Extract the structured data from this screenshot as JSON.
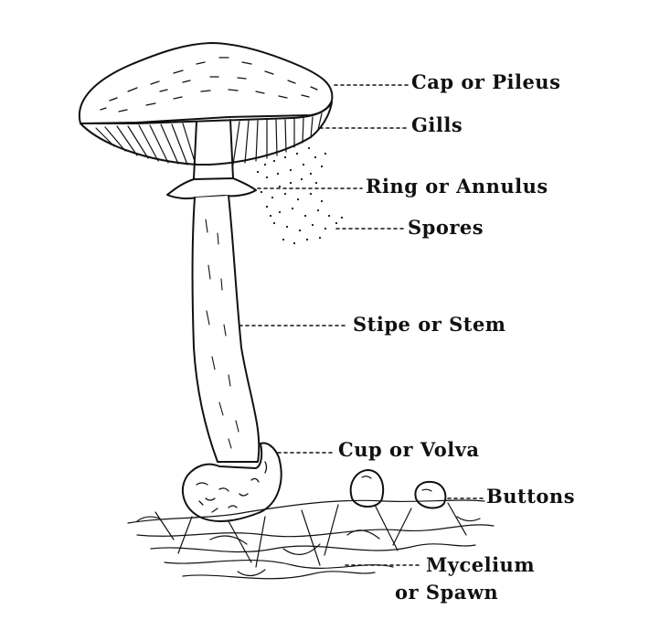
{
  "diagram": {
    "labels": {
      "cap": "Cap or Pileus",
      "gills": "Gills",
      "ring": "Ring or Annulus",
      "spores": "Spores",
      "stipe": "Stipe or Stem",
      "cup": "Cup or Volva",
      "buttons": "Buttons",
      "mycelium_line1": "Mycelium",
      "mycelium_line2": "or Spawn"
    },
    "ink_color": "#111111",
    "paper_color": "#ffffff"
  }
}
